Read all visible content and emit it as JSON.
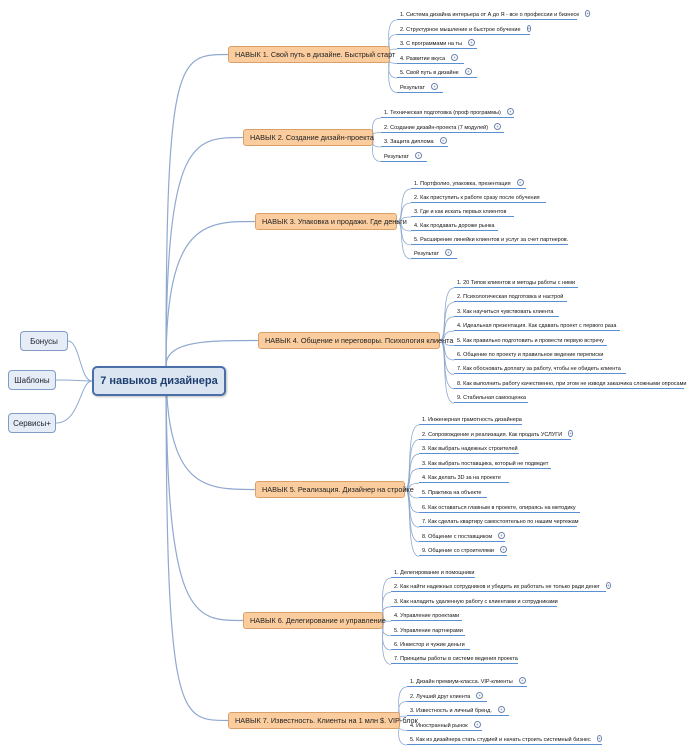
{
  "central": {
    "label": "7 навыков дизайнера"
  },
  "side_nodes": [
    "Бонусы",
    "Шаблоны",
    "Сервисы+"
  ],
  "colors": {
    "skill_fill": "#fbcd9e",
    "central_fill": "#dbe5f2",
    "link": "#8fa9cf",
    "leaf_line": "#5b8fd4"
  },
  "skills": [
    {
      "label": "НАВЫК 1. Свой путь в дизайне. Быстрый старт",
      "items": [
        {
          "text": "1. Система дизайна интерьера от А до Я - все о профессии и бизнесе",
          "plus": true
        },
        {
          "text": "2. Структурное мышление и быстрое обучение",
          "plus": true
        },
        {
          "text": "3. С программами на ты",
          "plus": true
        },
        {
          "text": "4. Развитие вкуса",
          "plus": true
        },
        {
          "text": "5. Свой путь в дизайне",
          "plus": true
        },
        {
          "text": "Результат",
          "plus": true
        }
      ]
    },
    {
      "label": "НАВЫК 2. Создание дизайн-проекта",
      "items": [
        {
          "text": "1. Техническая подготовка (проф программы)",
          "plus": true
        },
        {
          "text": "2. Создание дизайн-проекта (7 модулей)",
          "plus": true
        },
        {
          "text": "3. Защита диплома",
          "plus": true
        },
        {
          "text": "Результат",
          "plus": true
        }
      ]
    },
    {
      "label": "НАВЫК 3. Упаковка и продажи. Где деньги",
      "items": [
        {
          "text": "1. Портфолио, упаковка, презентация",
          "plus": true
        },
        {
          "text": "2. Как приступить к работе сразу после обучения",
          "plus": false
        },
        {
          "text": "3. Где и как искать первых клиентов",
          "plus": false
        },
        {
          "text": "4. Как продавать дороже рынка",
          "plus": false
        },
        {
          "text": "5. Расширение линейки клиентов и услуг за счет партнеров.",
          "plus": false
        },
        {
          "text": "Результат",
          "plus": true
        }
      ]
    },
    {
      "label": "НАВЫК 4. Общение и переговоры. Психология клиента",
      "items": [
        {
          "text": "1. 20 Типов клиентов и методы работы с ними",
          "plus": false
        },
        {
          "text": "2. Психологическая подготовка и настрой",
          "plus": false
        },
        {
          "text": "3. Как научиться чувствовать клиента",
          "plus": false
        },
        {
          "text": "4. Идеальная презентация. Как сдавать проект с первого раза",
          "plus": false
        },
        {
          "text": "5. Как правильно подготовить и провести первую встречу",
          "plus": false
        },
        {
          "text": "6. Общение по проекту и правильное ведение переписки",
          "plus": false
        },
        {
          "text": "7. Как обосновать доплату за работу, чтобы не обидеть клиента",
          "plus": false
        },
        {
          "text": "8. Как выполнить работу качественно, при этом не изводя заказчика сложными опросами",
          "plus": false
        },
        {
          "text": "9. Стабильная самооценка",
          "plus": false
        }
      ]
    },
    {
      "label": "НАВЫК 5. Реализация. Дизайнер на стройке",
      "items": [
        {
          "text": "1. Инженерная грамотность дизайнера",
          "plus": false
        },
        {
          "text": "2. Сопровождение и реализация. Как продать УСЛУГИ",
          "plus": true
        },
        {
          "text": "3. Как выбрать надежных строителей",
          "plus": false
        },
        {
          "text": "3. Как выбрать поставщика, который не подведет",
          "plus": false
        },
        {
          "text": "4. Как делать 3D за на проекте",
          "plus": false
        },
        {
          "text": "5. Практика на объекте",
          "plus": false
        },
        {
          "text": "6. Как оставаться главным в проекте, опираясь на методику",
          "plus": false
        },
        {
          "text": "7. Как сделать квартиру самостоятельно по нашим чертежам",
          "plus": false
        },
        {
          "text": "8. Общение с поставщиком",
          "plus": true
        },
        {
          "text": "9. Общение со строителями",
          "plus": true
        }
      ]
    },
    {
      "label": "НАВЫК 6. Делегирование и управление",
      "items": [
        {
          "text": "1. Делегирование и помощники",
          "plus": false
        },
        {
          "text": "2. Как найти надежных сотрудников и убедить их работать не только ради денег",
          "plus": true
        },
        {
          "text": "3. Как наладить удаленную работу с клиентами и сотрудниками",
          "plus": false
        },
        {
          "text": "4. Управление проектами",
          "plus": false
        },
        {
          "text": "5. Управление партнерами",
          "plus": false
        },
        {
          "text": "6. Инвестор и чужие деньги",
          "plus": false
        },
        {
          "text": "7. Принципы работы в системе ведения проекта",
          "plus": false
        }
      ]
    },
    {
      "label": "НАВЫК 7. Известность. Клиенты на 1 млн $. VIP-блок",
      "items": [
        {
          "text": "1. Дизайн премиум-класса. VIP-клиенты",
          "plus": true
        },
        {
          "text": "2. Лучший друг клиента",
          "plus": true
        },
        {
          "text": "3. Известность и личный бренд.",
          "plus": true
        },
        {
          "text": "4. Иностранный рынок",
          "plus": true
        },
        {
          "text": "5. Как из дизайнера стать студией и начать строить системный бизнес",
          "plus": true
        }
      ]
    }
  ]
}
